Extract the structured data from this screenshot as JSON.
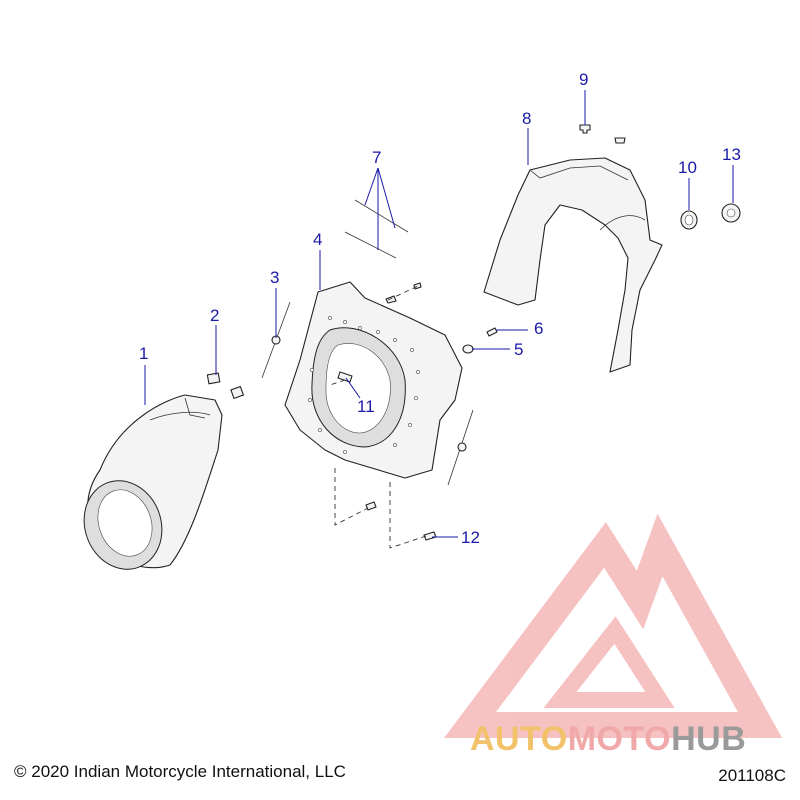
{
  "callouts": [
    {
      "label": "1"
    },
    {
      "label": "2"
    },
    {
      "label": "3"
    },
    {
      "label": "4"
    },
    {
      "label": "5"
    },
    {
      "label": "6"
    },
    {
      "label": "7"
    },
    {
      "label": "8"
    },
    {
      "label": "9"
    },
    {
      "label": "10"
    },
    {
      "label": "11"
    },
    {
      "label": "12"
    },
    {
      "label": "13"
    }
  ],
  "footer": {
    "copyright": "© 2020 Indian Motorcycle International, LLC",
    "diagram_code": "201108C"
  },
  "watermark": {
    "brand_auto": "AUTO",
    "brand_moto": "MOTO",
    "brand_hub": "HUB",
    "colors": {
      "auto": "#f2c26b",
      "moto": "#f0a8a8",
      "hub": "#9a9a9a",
      "logo": "#ef8f8f"
    }
  },
  "colors": {
    "callout": "#1a1aa8",
    "line_art": "#222222"
  }
}
